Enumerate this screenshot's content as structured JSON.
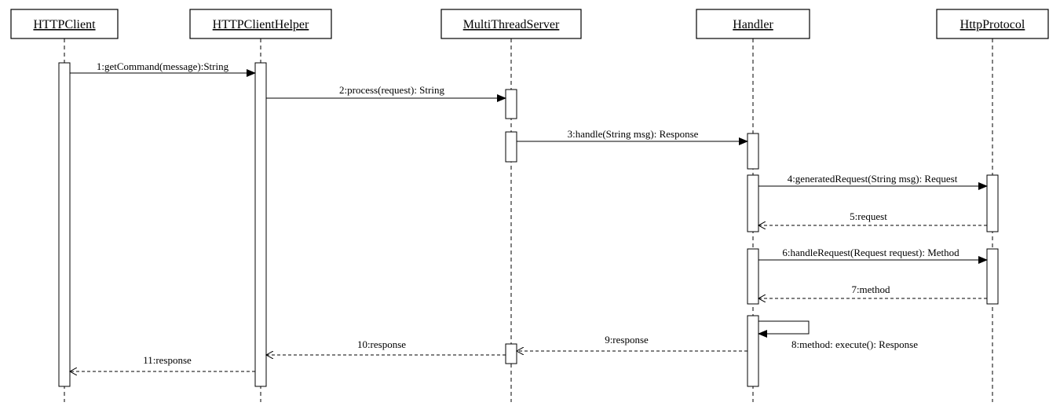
{
  "participants": [
    {
      "id": "p0",
      "name": "HTTPClient"
    },
    {
      "id": "p1",
      "name": "HTTPClientHelper"
    },
    {
      "id": "p2",
      "name": "MultiThreadServer"
    },
    {
      "id": "p3",
      "name": "Handler"
    },
    {
      "id": "p4",
      "name": "HttpProtocol"
    }
  ],
  "messages": [
    {
      "id": "m1",
      "label": "1:getCommand(message):String",
      "kind": "sync"
    },
    {
      "id": "m2",
      "label": "2:process(request): String",
      "kind": "sync"
    },
    {
      "id": "m3",
      "label": "3:handle(String msg): Response",
      "kind": "sync"
    },
    {
      "id": "m4",
      "label": "4:generatedRequest(String msg): Request",
      "kind": "sync"
    },
    {
      "id": "m5",
      "label": "5:request",
      "kind": "return"
    },
    {
      "id": "m6",
      "label": "6:handleRequest(Request request): Method",
      "kind": "sync"
    },
    {
      "id": "m7",
      "label": "7:method",
      "kind": "return"
    },
    {
      "id": "m8",
      "label": "8:method: execute(): Response",
      "kind": "self"
    },
    {
      "id": "m9",
      "label": "9:response",
      "kind": "return"
    },
    {
      "id": "m10",
      "label": "10:response",
      "kind": "return"
    },
    {
      "id": "m11",
      "label": "11:response",
      "kind": "return"
    }
  ]
}
